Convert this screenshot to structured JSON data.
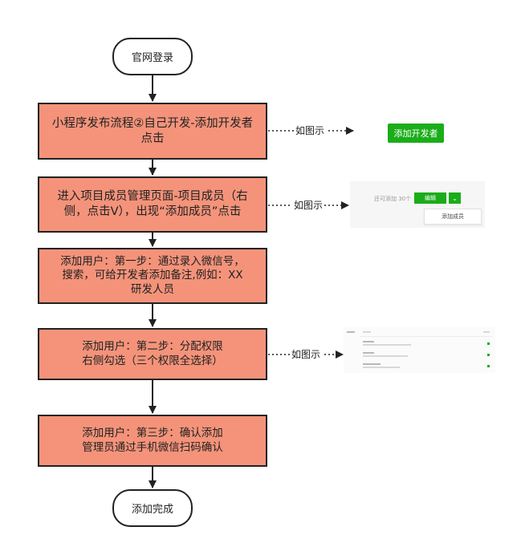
{
  "flow": {
    "start": "官网登录",
    "step1": "小程序发布流程②自己开发-添加开发者\n点击",
    "step2": "进入项目成员管理页面-项目成员（右\n侧，点击V），出现“添加成员”点击",
    "step3": "添加用户：第一步：通过录入微信号，\n搜索，可给开发者添加备注,例如：XX\n研发人员",
    "step4": "添加用户：第二步：分配权限\n右侧勾选（三个权限全选择）",
    "step5": "添加用户：第三步：确认添加\n管理员通过手机微信扫码确认",
    "end": "添加完成",
    "side_label": "如图示"
  },
  "screenshot1": {
    "button_label": "添加开发者",
    "button_color": "#1aad19"
  },
  "screenshot2": {
    "hint": "还可添加 30个",
    "edit_label": "编辑",
    "dropdown_icon": "chevron-down-icon",
    "menu_item": "添加成员"
  },
  "colors": {
    "process_fill": "#f4937a",
    "stroke": "#222222",
    "accent_green": "#1aad19"
  }
}
